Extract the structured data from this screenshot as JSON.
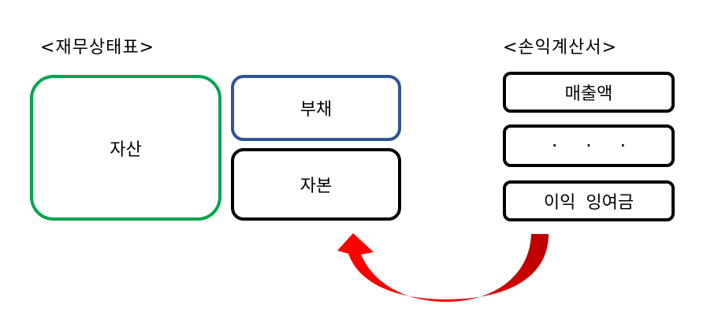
{
  "balance_sheet": {
    "title": "<재무상태표>",
    "asset_label": "자산",
    "liability_label": "부채",
    "equity_label": "자본",
    "colors": {
      "asset_border": "#00a550",
      "liability_border": "#2f5597",
      "equity_border": "#000000"
    }
  },
  "income_statement": {
    "title": "<손익계산서>",
    "items": [
      "매출액",
      "· · ·",
      "이익 잉여금"
    ]
  },
  "arrow": {
    "from": "이익 잉여금",
    "to": "자본",
    "color": "#e00000"
  }
}
